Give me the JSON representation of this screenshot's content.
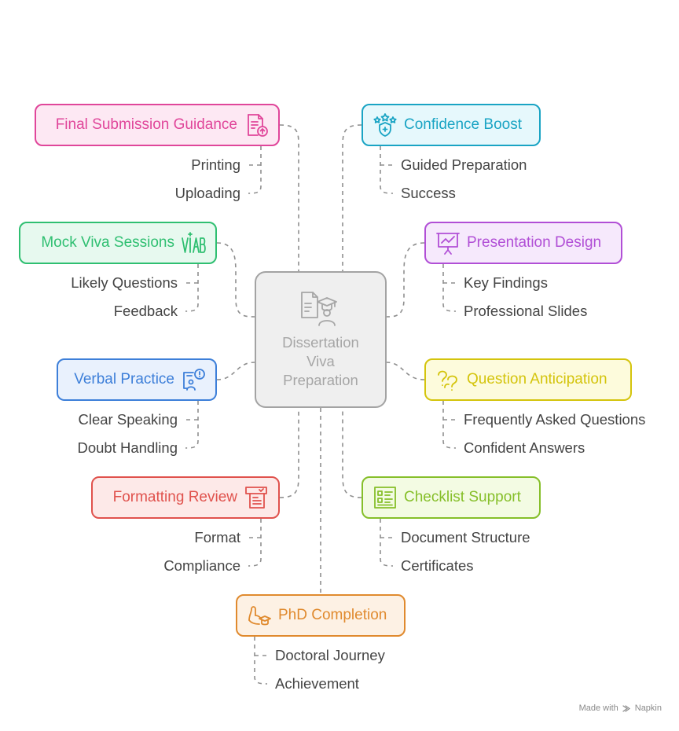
{
  "center": {
    "title_lines": [
      "Dissertation",
      "Viva",
      "Preparation"
    ],
    "icon": "dissertation-graduate-icon"
  },
  "branches": [
    {
      "key": "final_submission",
      "label": "Final Submission Guidance",
      "icon": "document-upload-icon",
      "color": "#e0469a",
      "fill": "#fde8f3",
      "side": "left",
      "items": [
        "Printing",
        "Uploading"
      ]
    },
    {
      "key": "confidence",
      "label": "Confidence Boost",
      "icon": "shield-stars-icon",
      "color": "#1aa4c4",
      "fill": "#e6f8fc",
      "side": "right",
      "items": [
        "Guided Preparation",
        "Success"
      ]
    },
    {
      "key": "mock_viva",
      "label": "Mock Viva Sessions",
      "icon": "viva-text-icon",
      "color": "#2fbf71",
      "fill": "#e7f9ef",
      "side": "left",
      "items": [
        "Likely Questions",
        "Feedback"
      ]
    },
    {
      "key": "presentation",
      "label": "Presentation Design",
      "icon": "presentation-chart-icon",
      "color": "#b14fd6",
      "fill": "#f6e9fc",
      "side": "right",
      "items": [
        "Key Findings",
        "Professional Slides"
      ]
    },
    {
      "key": "verbal",
      "label": "Verbal Practice",
      "icon": "speaker-alert-icon",
      "color": "#3d7fd9",
      "fill": "#e9f1fd",
      "side": "left",
      "items": [
        "Clear Speaking",
        "Doubt Handling"
      ]
    },
    {
      "key": "question",
      "label": "Question Anticipation",
      "icon": "question-marks-icon",
      "color": "#d4c40c",
      "fill": "#fdfbdc",
      "side": "right",
      "items": [
        "Frequently Asked Questions",
        "Confident Answers"
      ]
    },
    {
      "key": "formatting",
      "label": "Formatting Review",
      "icon": "document-check-icon",
      "color": "#e0524d",
      "fill": "#fde9e8",
      "side": "left",
      "items": [
        "Format",
        "Compliance"
      ]
    },
    {
      "key": "checklist",
      "label": "Checklist Support",
      "icon": "checklist-icon",
      "color": "#86bf2a",
      "fill": "#f3fbe3",
      "side": "right",
      "items": [
        "Document Structure",
        "Certificates"
      ]
    },
    {
      "key": "phd",
      "label": "PhD Completion",
      "icon": "hand-graduation-cap-icon",
      "color": "#e08a2e",
      "fill": "#fdf1e4",
      "side": "right",
      "items": [
        "Doctoral Journey",
        "Achievement"
      ]
    }
  ],
  "footer": {
    "made_with": "Made with",
    "brand": "Napkin"
  }
}
